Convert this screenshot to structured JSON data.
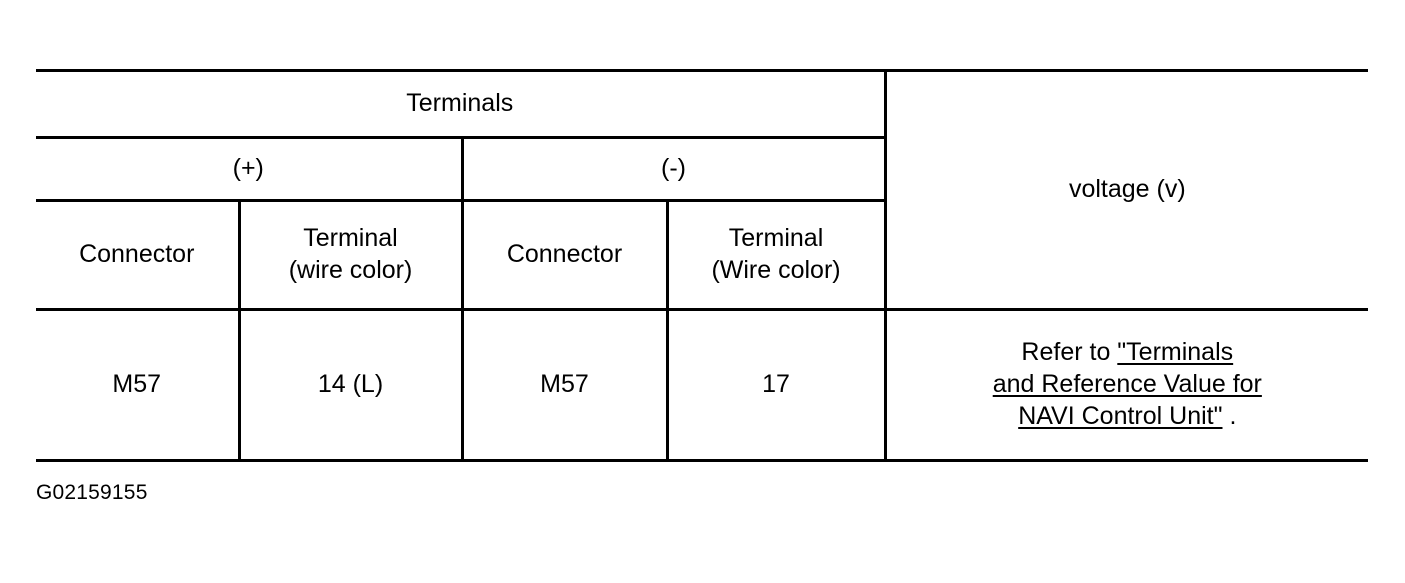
{
  "table": {
    "group_header": "Terminals",
    "polarity": {
      "positive": "(+)",
      "negative": "(-)"
    },
    "subheaders": {
      "positive_connector": "Connector",
      "positive_terminal_line1": "Terminal",
      "positive_terminal_line2": "(wire color)",
      "negative_connector": "Connector",
      "negative_terminal_line1": "Terminal",
      "negative_terminal_line2": "(Wire color)"
    },
    "voltage_header": "voltage (v)",
    "rows": [
      {
        "positive_connector": "M57",
        "positive_terminal": "14 (L)",
        "negative_connector": "M57",
        "negative_terminal": "17",
        "voltage_prefix": "Refer to ",
        "voltage_link_line1": "\"Terminals ",
        "voltage_link_line2": "and Reference Value for ",
        "voltage_link_line3": "NAVI Control Unit\"",
        "voltage_suffix": " ."
      }
    ]
  },
  "caption": "G02159155",
  "colors": {
    "background": "#ffffff",
    "text": "#000000",
    "rule": "#000000"
  }
}
